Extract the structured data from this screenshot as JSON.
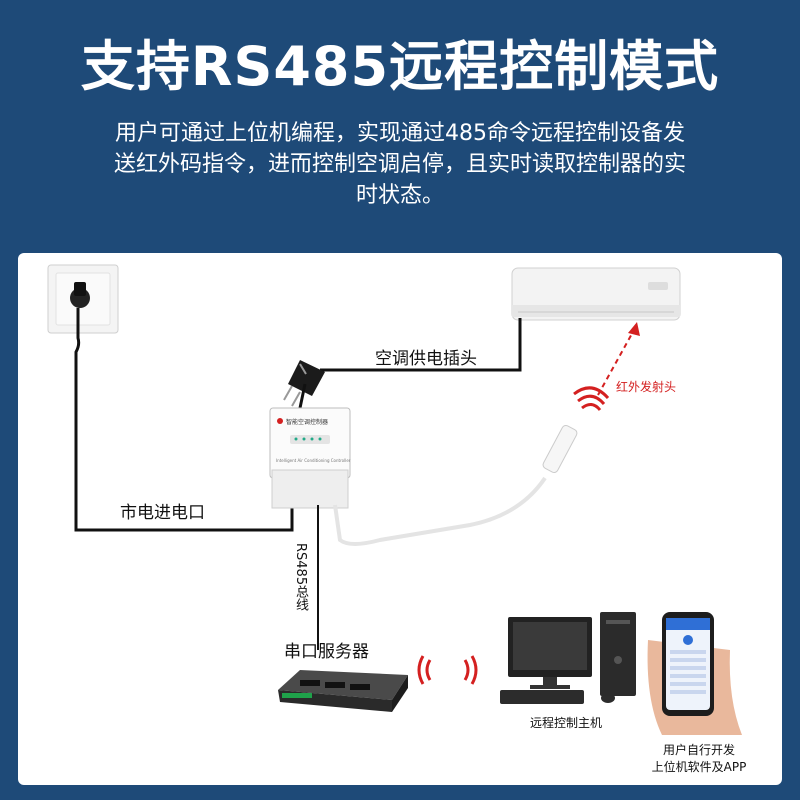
{
  "header": {
    "title": "支持RS485远程控制模式",
    "subtitle_lines": [
      "用户可通过上位机编程，实现通过485命令远程控制设备发",
      "送红外码指令，进而控制空调启停，且实时读取控制器的实",
      "时状态。"
    ]
  },
  "labels": {
    "ac_power_plug": "空调供电插头",
    "mains_input": "市电进电口",
    "ir_emitter": "红外发射头",
    "rs485_bus": "RS485总线",
    "serial_server": "串口服务器",
    "remote_host": "远程控制主机",
    "user_dev_line1": "用户自行开发",
    "user_dev_line2": "上位机软件及APP"
  },
  "device": {
    "controller_name": "智能空调控制器",
    "controller_sub": "Intelligent Air Conditioning Controller"
  },
  "colors": {
    "background": "#1e4a78",
    "panel": "#ffffff",
    "wire": "#111111",
    "ir_signal": "#d42020"
  }
}
